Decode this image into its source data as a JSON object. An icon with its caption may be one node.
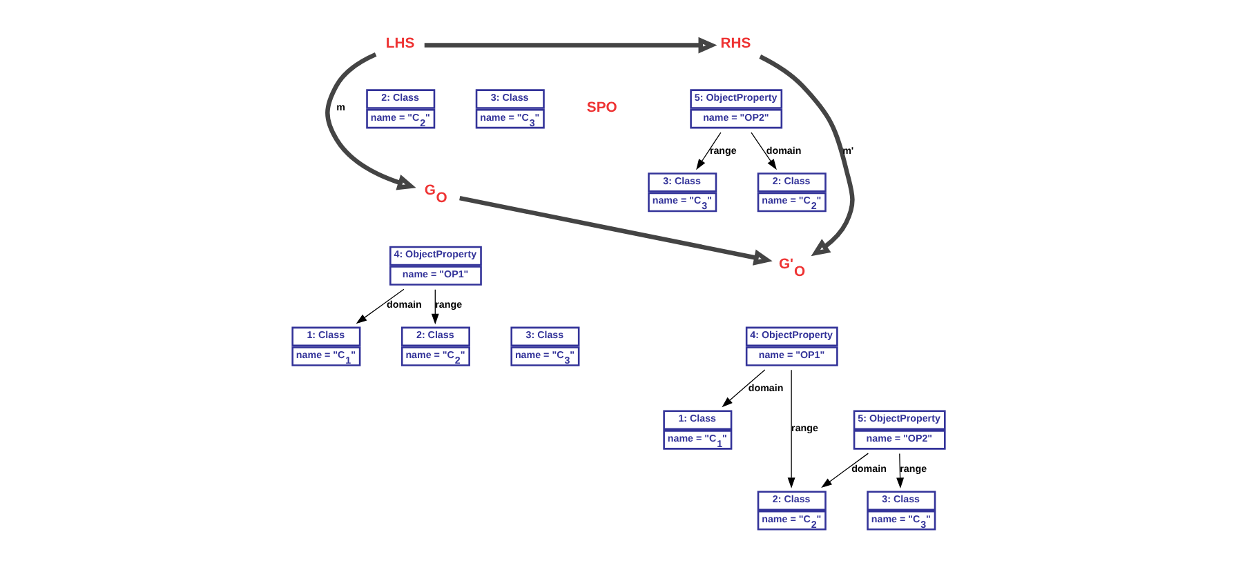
{
  "diagram": {
    "nodes": [
      {
        "text": [
          "LHS"
        ]
      },
      {
        "text": [
          "2: Class",
          "name = \"C$_{2}$\""
        ]
      },
      {
        "text": [
          "3: Class",
          "name = \"C$_{3}$\""
        ]
      },
      {
        "text": [
          "RHS"
        ]
      },
      {
        "text": [
          "5: ObjectProperty",
          "name = \"OP2\""
        ]
      },
      {
        "text": [
          "2: Class",
          "name = \"C$_{2}$\""
        ]
      },
      {
        "text": [
          "3: Class",
          "name = \"C$_{3}$\""
        ]
      },
      {
        "text": [
          "4: ObjectProperty",
          "name = \"OP1\""
        ]
      },
      {
        "text": [
          "1: Class",
          "name = \"C$_{1}$\""
        ]
      },
      {
        "text": [
          "2: Class",
          "name = \"C$_{2}$\""
        ]
      },
      {
        "text": [
          "3: Class",
          "name = \"C$_{3}$\""
        ]
      },
      {
        "text": [
          "G$_{O}$"
        ]
      },
      {
        "text": [
          "4: ObjectProperty",
          "name = \"OP1\""
        ]
      },
      {
        "text": [
          "1: Class",
          "name = \"C$_{1}$\""
        ]
      },
      {
        "text": [
          "2: Class",
          "name = \"C$_{2}$\""
        ]
      },
      {
        "text": [
          "5: ObjectProperty",
          "name = \"OP2\""
        ]
      },
      {
        "text": [
          "3: Class",
          "name = \"C$_{3}$\""
        ]
      },
      {
        "text": [
          "G'$_{O}$"
        ]
      }
    ],
    "edges": [
      {
        "from": 0,
        "to": 3,
        "arrow": "to",
        "style": "thick"
      },
      {
        "from": 0,
        "to": 11,
        "arrow": "to",
        "style": "thick",
        "label": "m"
      },
      {
        "from": 3,
        "to": 17,
        "arrow": "to",
        "style": "thick",
        "label": "m'"
      },
      {
        "from": 11,
        "to": 17,
        "arrow": "to",
        "style": "thick"
      },
      {
        "from": 4,
        "to": 5,
        "arrow": "to",
        "label": "domain"
      },
      {
        "from": 4,
        "to": 6,
        "arrow": "to",
        "label": "range"
      },
      {
        "from": 7,
        "to": 8,
        "arrow": "to",
        "label": "domain"
      },
      {
        "from": 7,
        "to": 9,
        "arrow": "to",
        "label": "range"
      },
      {
        "from": 12,
        "to": 13,
        "arrow": "to",
        "label": "domain"
      },
      {
        "from": 12,
        "to": 14,
        "arrow": "to",
        "label": "range"
      },
      {
        "from": 15,
        "to": 16,
        "arrow": "to",
        "label": "range"
      },
      {
        "from": 15,
        "to": 14,
        "arrow": "to",
        "label": "domain"
      }
    ],
    "labels": [
      "SPO"
    ]
  }
}
